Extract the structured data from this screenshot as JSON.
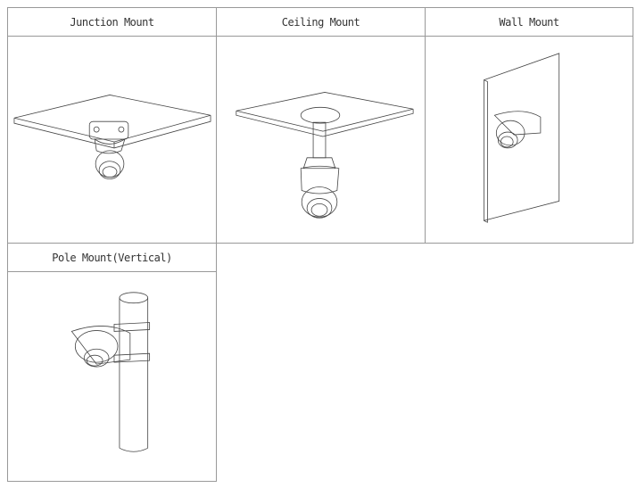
{
  "mounts": [
    {
      "label": "Junction Mount"
    },
    {
      "label": "Ceiling Mount"
    },
    {
      "label": "Wall Mount"
    },
    {
      "label": "Pole Mount(Vertical)"
    }
  ]
}
